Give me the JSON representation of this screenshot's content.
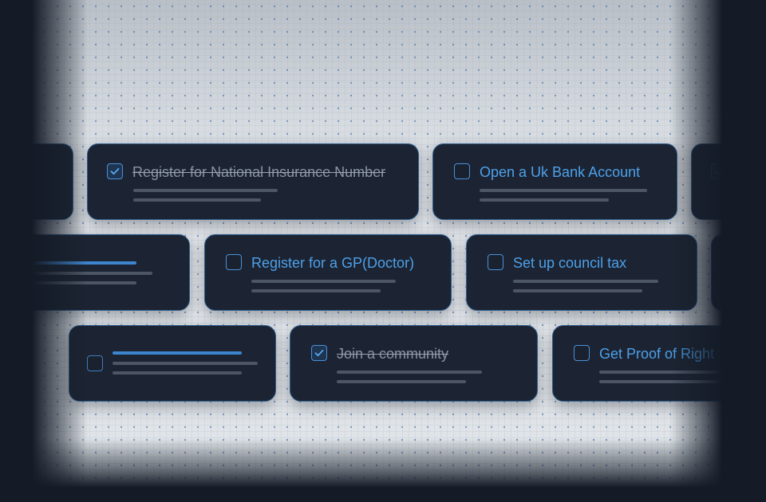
{
  "tasks": [
    {
      "title": "Register for National Insurance Number",
      "done": true
    },
    {
      "title": "Open a Uk Bank Account",
      "done": false
    },
    {
      "title": "Register for a GP(Doctor)",
      "done": false
    },
    {
      "title": "Set up council tax",
      "done": false
    },
    {
      "title": "Join a community",
      "done": true
    },
    {
      "title": "Get Proof of Right",
      "done": false
    }
  ],
  "colors": {
    "card": "#1c2433",
    "border": "#2d5d8f",
    "accent": "#4da0e8",
    "done_text": "#8a94a3",
    "background": "#141b27"
  },
  "icons": {
    "checkbox_checked": "check-icon"
  }
}
